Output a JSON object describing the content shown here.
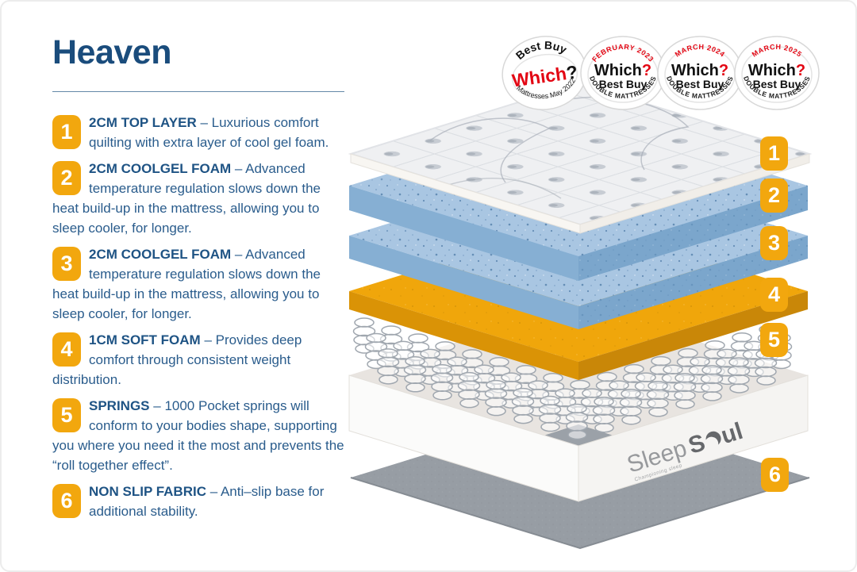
{
  "page": {
    "title": "Heaven"
  },
  "colors": {
    "accent_orange": "#F2A70E",
    "title_blue": "#1A4C7C",
    "text_blue": "#2A5C8C",
    "which_red": "#E30613",
    "foam_blue_top": "#A9C6E2",
    "foam_blue_side": "#80AACE",
    "foam_orange_top": "#F0A60B",
    "foam_orange_side": "#D18E06",
    "non_slip_gray": "#979DA4"
  },
  "features": [
    {
      "num": "1",
      "label": "2CM TOP LAYER",
      "text": "– Luxurious comfort quilting with extra layer of cool gel foam."
    },
    {
      "num": "2",
      "label": "2CM COOLGEL FOAM",
      "text": "– Advanced temperature regulation slows down the heat build-up in the mattress, allowing you to sleep cooler, for longer."
    },
    {
      "num": "3",
      "label": "2CM COOLGEL FOAM",
      "text": "– Advanced temperature regulation slows down the heat build-up in the mattress, allowing you to sleep cooler, for longer."
    },
    {
      "num": "4",
      "label": "1CM SOFT FOAM",
      "text": "– Provides deep comfort through consistent weight distribution."
    },
    {
      "num": "5",
      "label": "SPRINGS",
      "text": "– 1000 Pocket springs will conform to your bodies shape, supporting you where you need it the most and prevents the “roll together effect”."
    },
    {
      "num": "6",
      "label": "NON SLIP FABRIC",
      "text": "– Anti–slip base for additional stability."
    }
  ],
  "badges": [
    {
      "top": "Best Buy",
      "brand": "Which",
      "qmark": "?",
      "sub": "",
      "bottom": "Mattresses May 2022"
    },
    {
      "top": "FEBRUARY 2023",
      "brand": "Which",
      "qmark": "?",
      "sub": "Best Buy",
      "bottom": "DOUBLE MATTRESSES"
    },
    {
      "top": "MARCH 2024",
      "brand": "Which",
      "qmark": "?",
      "sub": "Best Buy",
      "bottom": "DOUBLE MATTRESSES"
    },
    {
      "top": "MARCH 2025",
      "brand": "Which",
      "qmark": "?",
      "sub": "Best Buy",
      "bottom": "DOUBLE MATTRESSES"
    }
  ],
  "diagram": {
    "logo": {
      "word1": "Sleep",
      "word2_start": "S",
      "word2_end": "ul",
      "tagline": "Championing sleep"
    }
  }
}
